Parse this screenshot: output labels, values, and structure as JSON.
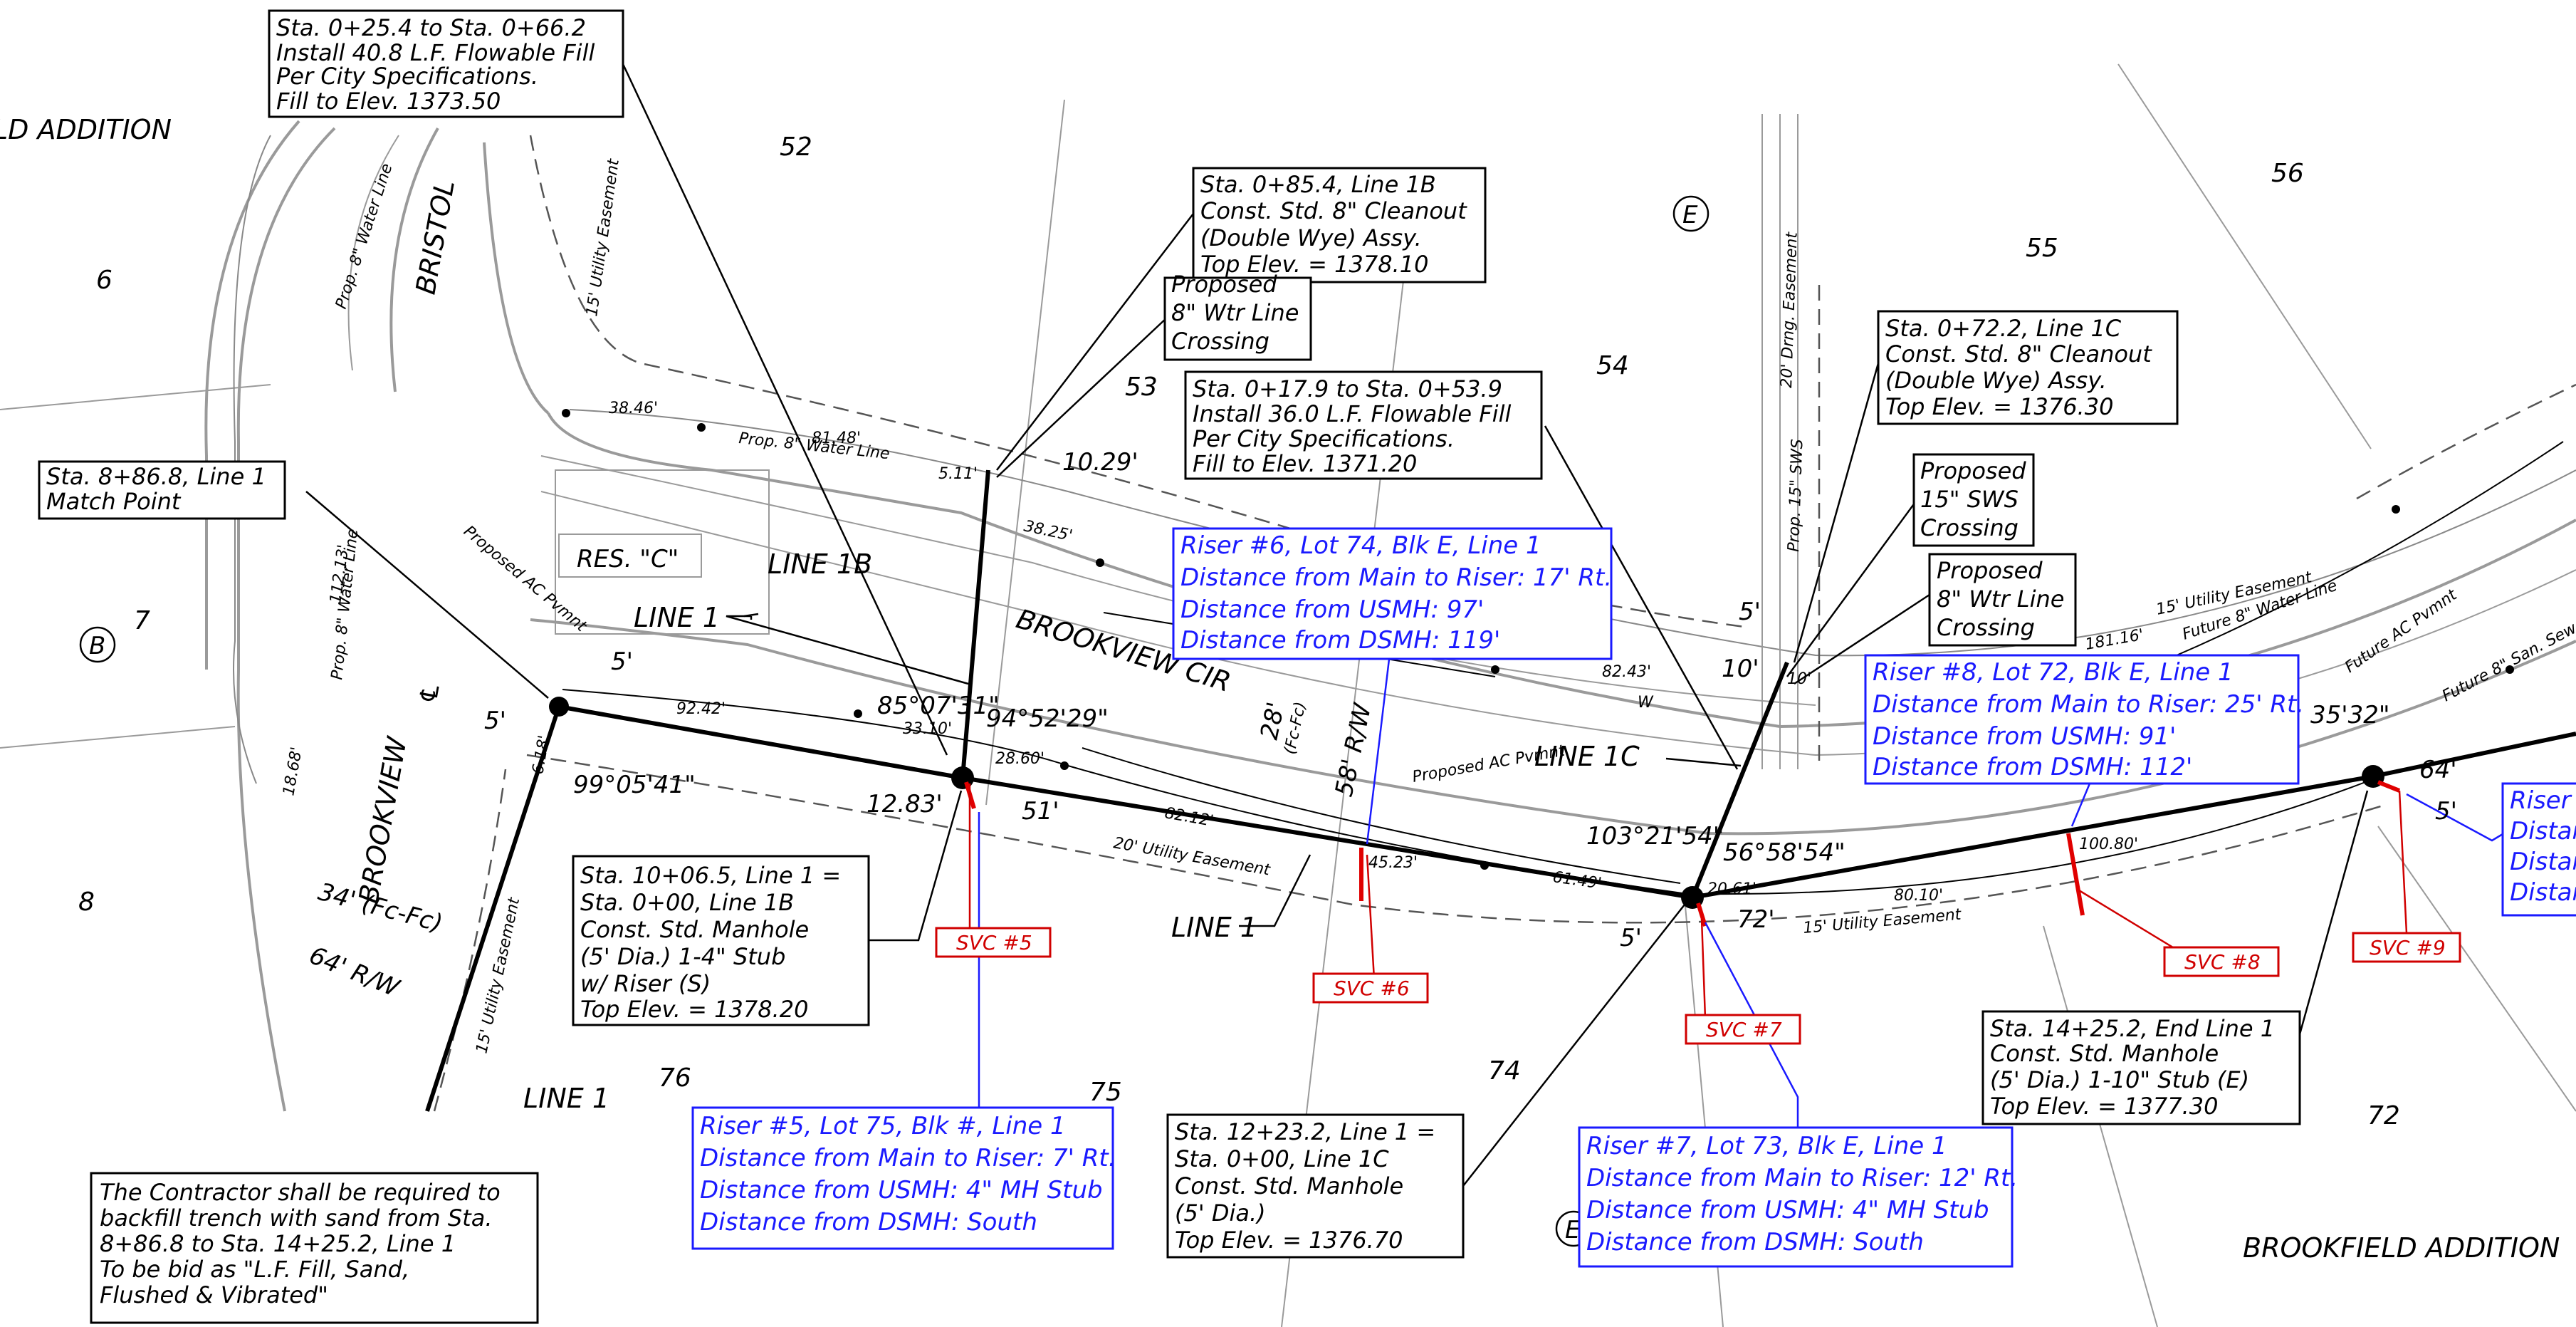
{
  "subdivisions": {
    "left_addition": "LD ADDITION",
    "right_addition": "BROOKFIELD ADDITION"
  },
  "lots": [
    "52",
    "53",
    "54",
    "55",
    "56",
    "6",
    "7",
    "8",
    "76",
    "75",
    "74",
    "72"
  ],
  "blocks": [
    "B",
    "E",
    "E"
  ],
  "streets": {
    "bristol": "BRISTOL",
    "brookview": "BROOKVIEW",
    "brookview_cl": "℄",
    "brookview_cir": "BROOKVIEW CIR",
    "reserve": "RES. \"C\""
  },
  "line_labels": {
    "line_1_upper": "LINE 1",
    "line_1_lower": "LINE 1",
    "line_1_bottom": "LINE 1",
    "line_1b": "LINE 1B",
    "line_1c": "LINE 1C"
  },
  "dimensions": {
    "d_38_46": "38.46'",
    "d_81_48": "81.48'",
    "d_5_11": "5.11'",
    "d_10_29": "10.29'",
    "d_38_25": "38.25'",
    "d_5_a": "5'",
    "d_5_b": "5'",
    "d_92_42": "92.42'",
    "d_85_07": "85°07'31\"",
    "d_33_10": "33.10'",
    "d_94_52": "94°52'29\"",
    "d_28_60": "28.60'",
    "d_12_83": "12.83'",
    "d_51": "51'",
    "d_99_05": "99°05'41\"",
    "d_82_12": "82.12'",
    "d_45_23": "45.23'",
    "d_28_fcfc": "28'",
    "d_fcfc": "(Fc-Fc)",
    "d_58_rw": "58' R/W",
    "d_82_43": "82.43'",
    "d_10_a": "10'",
    "d_10_b": "10'",
    "d_5_c": "5'",
    "d_103_21": "103°21'54\"",
    "d_56_58": "56°58'54\"",
    "d_61_49": "61.49'",
    "d_20_61": "20.61'",
    "d_72": "72'",
    "d_5_d": "5'",
    "d_181_16": "181.16'",
    "d_100_80": "100.80'",
    "d_80_10": "80.10'",
    "d_35_32": "35'32\"",
    "d_64": "64'",
    "d_5_e": "5'",
    "d_34_fcfc": "34' (Fc-Fc)",
    "d_64_rw": "64' R/W",
    "d_112_13": "112.13'",
    "d_18_68": "18.68'",
    "d_6_18": "6.18'"
  },
  "easements": {
    "ue_top": "15' Utility Easement",
    "ue_left": "15' Utility Easement",
    "ue_20": "20' Utility Easement",
    "ue_right_top": "15' Utility Easement",
    "ue_right_bottom": "15' Utility Easement",
    "drng": "20' Drng. Easement"
  },
  "utility_labels": {
    "prop_water": "Prop. 8\" Water Line",
    "prop_water_left": "Prop. 8\" Water Line",
    "prop_water_left2": "Prop. 8\" Water Line",
    "future_water": "Future 8\" Water Line",
    "future_sewer": "Future 8\" San. Sewer",
    "future_ac": "Future AC Pvmnt",
    "prop_sws": "Prop. 15\" SWS",
    "proposed_ac": "Proposed AC Pvmnt",
    "proposed_ac_left": "Proposed AC Pvmnt",
    "w": "W"
  },
  "notes": {
    "flowable_fill_1b": [
      "Sta. 0+25.4 to Sta. 0+66.2",
      "Install 40.8 L.F. Flowable Fill",
      "Per City Specifications.",
      "Fill to Elev. 1373.50"
    ],
    "cleanout_1b": [
      "Sta. 0+85.4, Line 1B",
      "Const. Std. 8\" Cleanout",
      "(Double Wye) Assy.",
      "Top Elev. = 1378.10"
    ],
    "wtr_crossing_left": [
      "Proposed",
      "8\" Wtr Line",
      "Crossing"
    ],
    "flowable_fill_1c": [
      "Sta. 0+17.9 to Sta. 0+53.9",
      "Install 36.0 L.F. Flowable Fill",
      "Per City Specifications.",
      "Fill to Elev. 1371.20"
    ],
    "cleanout_1c": [
      "Sta. 0+72.2, Line 1C",
      "Const. Std. 8\" Cleanout",
      "(Double Wye) Assy.",
      "Top Elev. = 1376.30"
    ],
    "sws_crossing": [
      "Proposed",
      "15\" SWS",
      "Crossing"
    ],
    "wtr_crossing_right": [
      "Proposed",
      "8\" Wtr Line",
      "Crossing"
    ],
    "match_point": [
      "Sta. 8+86.8, Line 1",
      "Match Point"
    ],
    "manhole_1b": [
      "Sta. 10+06.5, Line 1 =",
      "Sta. 0+00, Line 1B",
      "Const. Std. Manhole",
      "(5' Dia.) 1-4\" Stub",
      "w/ Riser (S)",
      "Top Elev. = 1378.20"
    ],
    "manhole_1c": [
      "Sta. 12+23.2, Line 1 =",
      "Sta. 0+00, Line 1C",
      "Const. Std. Manhole",
      "(5' Dia.)",
      "Top Elev. = 1376.70"
    ],
    "end_line_1": [
      "Sta. 14+25.2, End Line 1",
      "Const. Std. Manhole",
      "(5' Dia.) 1-10\" Stub (E)",
      "Top Elev. = 1377.30"
    ],
    "contractor": [
      "The Contractor shall be required to",
      "backfill trench with sand from Sta.",
      "8+86.8 to Sta. 14+25.2, Line 1",
      "To be bid as \"L.F. Fill, Sand,",
      "Flushed & Vibrated\""
    ]
  },
  "risers": {
    "r5": [
      "Riser #5, Lot 75, Blk #, Line 1",
      "Distance from Main to Riser: 7' Rt.",
      "Distance from USMH: 4\" MH Stub",
      "Distance from DSMH: South"
    ],
    "r6": [
      "Riser #6, Lot 74, Blk E, Line 1",
      "Distance from Main to Riser: 17' Rt.",
      "Distance from USMH: 97'",
      "Distance from DSMH: 119'"
    ],
    "r7": [
      "Riser #7, Lot 73, Blk E, Line 1",
      "Distance from Main to Riser: 12' Rt.",
      "Distance from USMH: 4\" MH Stub",
      "Distance from DSMH: South"
    ],
    "r8": [
      "Riser #8, Lot 72, Blk E, Line 1",
      "Distance from Main to Riser: 25' Rt.",
      "Distance from USMH: 91'",
      "Distance from DSMH: 112'"
    ],
    "r9_partial": [
      "Riser",
      "Distar",
      "Distar",
      "Distar"
    ]
  },
  "services": {
    "svc5": "SVC #5",
    "svc6": "SVC #6",
    "svc7": "SVC #7",
    "svc8": "SVC #8",
    "svc9": "SVC #9"
  },
  "colors": {
    "riser_blue": "#1a1aff",
    "service_red": "#d00000",
    "linework": "#000000",
    "street_gray": "#9a9a9a"
  }
}
